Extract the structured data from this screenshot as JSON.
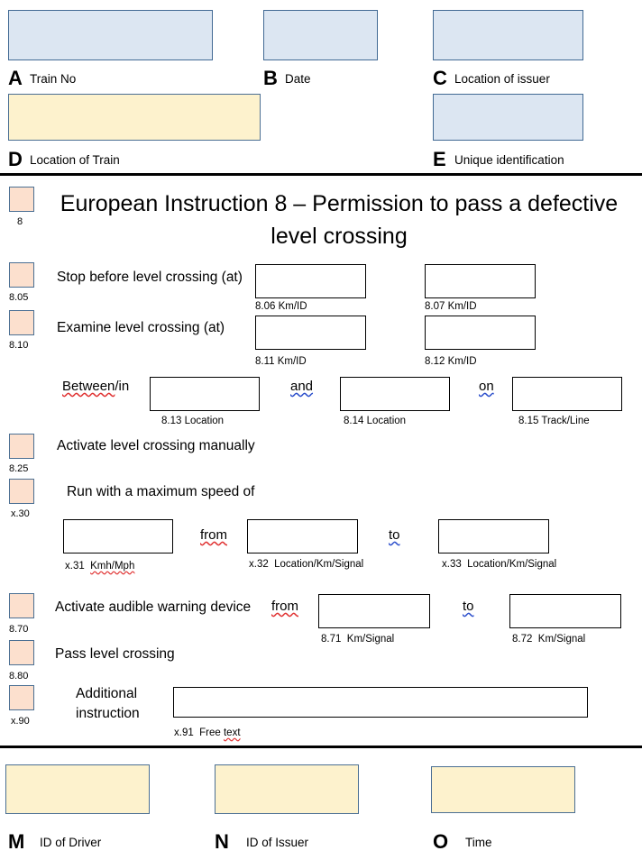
{
  "header": {
    "fields": [
      {
        "letter": "A",
        "caption": "Train No",
        "fill": "blue"
      },
      {
        "letter": "B",
        "caption": "Date",
        "fill": "blue"
      },
      {
        "letter": "C",
        "caption": "Location of issuer",
        "fill": "blue"
      },
      {
        "letter": "D",
        "caption": "Location of Train",
        "fill": "cream"
      },
      {
        "letter": "E",
        "caption": "Unique identification",
        "fill": "blue"
      }
    ]
  },
  "title": {
    "code": "8",
    "text": "European Instruction 8 – Permission to pass a defective level crossing"
  },
  "rows": {
    "stop": {
      "code": "8.05",
      "label": "Stop before level crossing (at)",
      "box1_caption": "8.06 Km/ID",
      "box2_caption": "8.07 Km/ID"
    },
    "examine": {
      "code": "8.10",
      "label": "Examine level crossing (at)",
      "box1_caption": "8.11 Km/ID",
      "box2_caption": "8.12 Km/ID"
    },
    "between": {
      "word1": "Between",
      "word1_suffix": "/in",
      "word2": "and",
      "word3": "on",
      "box1_caption": "8.13 Location",
      "box2_caption": "8.14 Location",
      "box3_caption": "8.15 Track/Line"
    },
    "activate_manual": {
      "code": "8.25",
      "label": "Activate level crossing manually"
    },
    "max_speed": {
      "code": "x.30",
      "label": "Run with a maximum speed of",
      "word_from": "from",
      "word_to": "to",
      "box1_code": "x.31",
      "box1_unit": "Kmh/Mph",
      "box2_code": "x.32",
      "box2_unit": "Location/Km/Signal",
      "box3_code": "x.33",
      "box3_unit": "Location/Km/Signal"
    },
    "audible": {
      "code": "8.70",
      "label": "Activate audible warning device",
      "word_from": "from",
      "word_to": "to",
      "box1_code": "8.71",
      "box1_unit": "Km/Signal",
      "box2_code": "8.72",
      "box2_unit": "Km/Signal"
    },
    "pass": {
      "code": "8.80",
      "label": "Pass level crossing"
    },
    "additional": {
      "code": "x.90",
      "label_line1": "Additional",
      "label_line2": "instruction",
      "box_code": "x.91",
      "box_label_plain": "Free ",
      "box_label_misspelled": "text"
    }
  },
  "footer": {
    "fields": [
      {
        "letter": "M",
        "caption": "ID of Driver"
      },
      {
        "letter": "N",
        "caption": "ID of Issuer"
      },
      {
        "letter": "O",
        "caption": "Time"
      }
    ]
  },
  "colors": {
    "field_blue_fill": "#DCE6F2",
    "field_blue_border": "#426A94",
    "field_cream_fill": "#FDF2CD",
    "field_cream_border": "#4B6F93",
    "checkbox_fill": "#FCE0CE",
    "checkbox_border": "#4B6F93",
    "spell_red": "#E03131",
    "grammar_blue": "#2B4ECB",
    "rule": "#000000"
  }
}
